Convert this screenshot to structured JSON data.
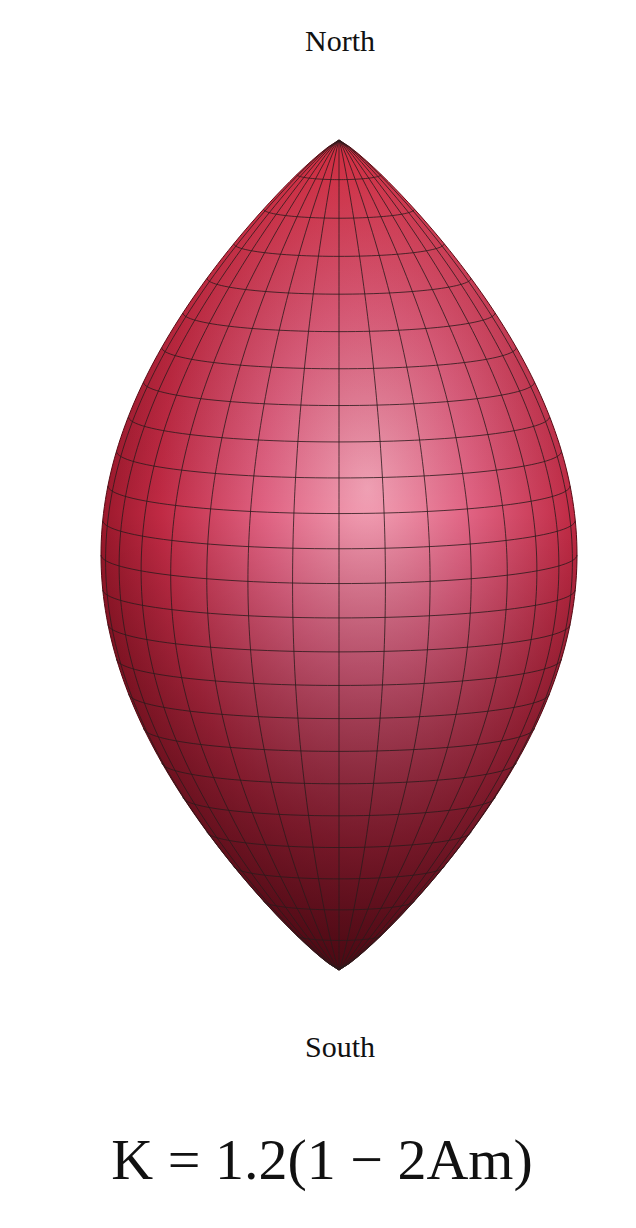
{
  "diagram": {
    "labels": [
      "North",
      "South",
      "K = 1.2(1 − 2Am)"
    ]
  }
}
